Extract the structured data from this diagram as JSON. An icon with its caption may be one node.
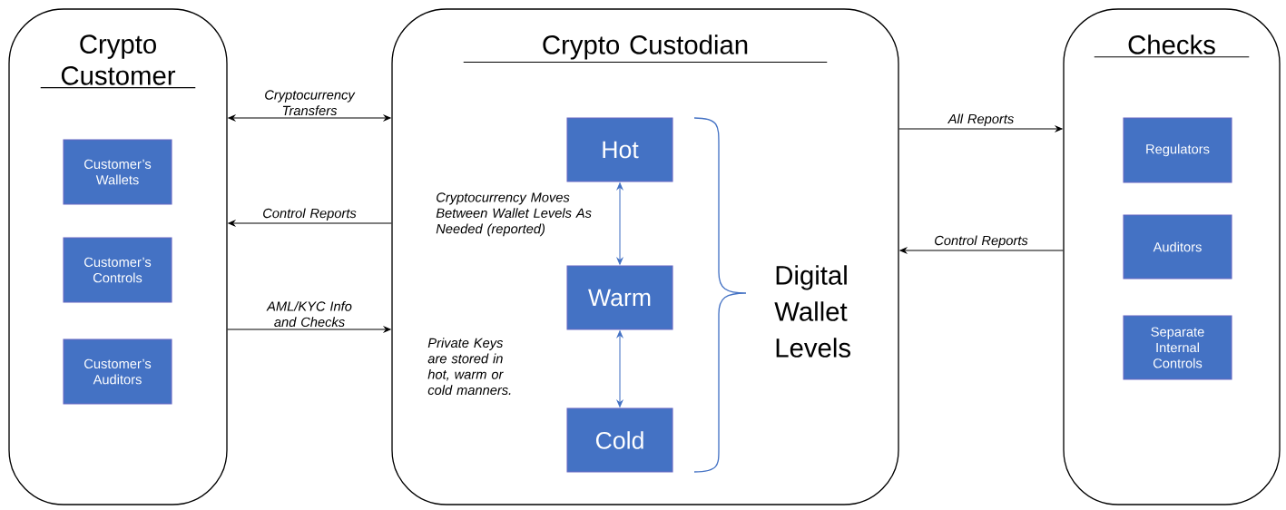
{
  "diagram": {
    "nodes": [
      {
        "text": [
          "Crypto Customer"
        ]
      },
      {
        "text": [
          "Customer’s Wallets"
        ],
        "in": 0
      },
      {
        "text": [
          "Customer’s Controls"
        ],
        "in": 0
      },
      {
        "text": [
          "Customer’s Auditors"
        ],
        "in": 0
      },
      {
        "text": [
          "Crypto Custodian"
        ]
      },
      {
        "text": [
          "Hot"
        ],
        "in": 4
      },
      {
        "text": [
          "Warm"
        ],
        "in": 4
      },
      {
        "text": [
          "Cold"
        ],
        "in": 4
      },
      {
        "text": [
          "Checks"
        ]
      },
      {
        "text": [
          "Regulators"
        ],
        "in": 8
      },
      {
        "text": [
          "Auditors"
        ],
        "in": 8
      },
      {
        "text": [
          "Separate Internal Controls"
        ],
        "in": 8
      }
    ],
    "edges": [
      {
        "from": 0,
        "to": 4,
        "arrow": "both",
        "label": "Cryptocurrency Transfers"
      },
      {
        "from": 4,
        "to": 0,
        "arrow": "to",
        "label": "Control Reports"
      },
      {
        "from": 0,
        "to": 4,
        "arrow": "to",
        "label": "AML/KYC Info and Checks"
      },
      {
        "from": 4,
        "to": 8,
        "arrow": "to",
        "label": "All Reports"
      },
      {
        "from": 8,
        "to": 4,
        "arrow": "to",
        "label": "Control Reports"
      },
      {
        "from": 5,
        "to": 6,
        "arrow": "both",
        "color": "#4472c4"
      },
      {
        "from": 6,
        "to": 7,
        "arrow": "both",
        "color": "#4472c4"
      }
    ],
    "labels": [
      "Cryptocurrency Moves Between Wallet Levels As Needed (reported)",
      "Private Keys are stored in hot, warm or cold manners.",
      "Digital Wallet Levels"
    ]
  }
}
